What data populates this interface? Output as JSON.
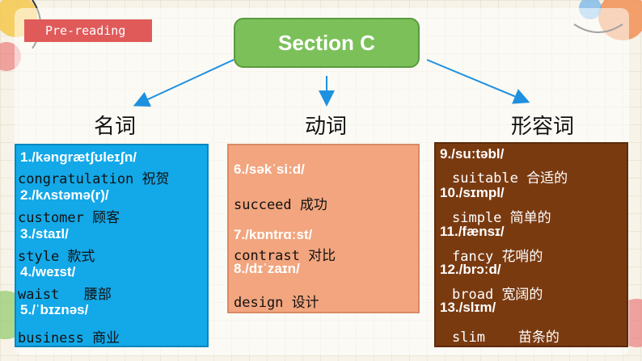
{
  "tag": "Pre-reading",
  "section": "Section C",
  "categories": {
    "noun": "名词",
    "verb": "动词",
    "adj": "形容词"
  },
  "nouns": [
    {
      "phonetic": "1./kənɡrætʃʊleɪʃn/",
      "word": "congratulation",
      "meaning": "祝贺"
    },
    {
      "phonetic": "2./kʌstəmə(r)/",
      "word": "customer",
      "meaning": "顾客"
    },
    {
      "phonetic": "3./staɪl/",
      "word": "style",
      "meaning": "款式"
    },
    {
      "phonetic": "4./weɪst/",
      "word": "waist",
      "meaning": "腰部"
    },
    {
      "phonetic": "5./ˈbɪznəs/",
      "word": "business",
      "meaning": "商业"
    }
  ],
  "verbs": [
    {
      "phonetic": "6./səkˈsiːd/",
      "word": "succeed",
      "meaning": "成功"
    },
    {
      "phonetic": "7./kɒntrɑːst/",
      "word": "contrast",
      "meaning": "对比"
    },
    {
      "phonetic": "8./dɪˈzaɪn/",
      "word": "design",
      "meaning": "设计"
    }
  ],
  "adjectives": [
    {
      "phonetic": "9./suːtəbl/",
      "word": "suitable",
      "meaning": "合适的"
    },
    {
      "phonetic": "10./sɪmpl/",
      "word": "simple",
      "meaning": "简单的"
    },
    {
      "phonetic": "11./fænsɪ/",
      "word": "fancy",
      "meaning": "花哨的"
    },
    {
      "phonetic": "12./brɔːd/",
      "word": "broad",
      "meaning": "宽阔的"
    },
    {
      "phonetic": "13./slɪm/",
      "word": "slim",
      "meaning": "苗条的"
    }
  ],
  "colors": {
    "noun_panel": "#13a8e8",
    "verb_panel": "#f2a57e",
    "adj_panel": "#7a3a10",
    "section_box": "#7cc05a",
    "tag": "#e05a5a",
    "arrow": "#1e90e0"
  }
}
